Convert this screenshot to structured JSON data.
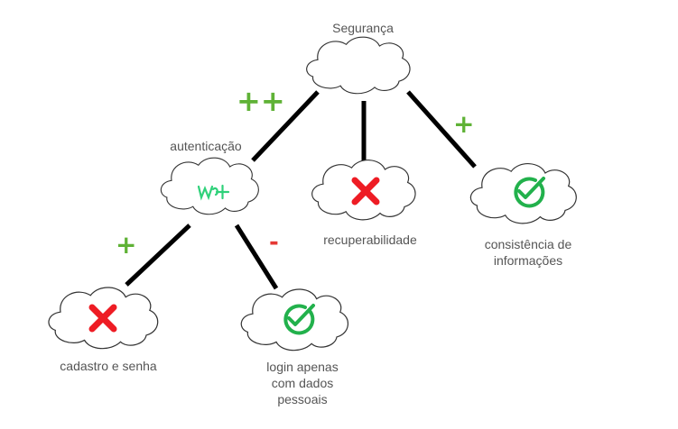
{
  "nodes": {
    "root": {
      "label": "Segurança"
    },
    "autenticacao": {
      "label": "autenticação",
      "status": "double-positive",
      "status_mark": "w+"
    },
    "recuperabilidade": {
      "label": "recuperabilidade",
      "status": "fail"
    },
    "consistencia": {
      "label_line1": "consistência de",
      "label_line2": "informações",
      "status": "ok"
    },
    "cadastro": {
      "label": "cadastro e senha",
      "status": "fail"
    },
    "login": {
      "label_line1": "login apenas",
      "label_line2": "com dados",
      "label_line3": "pessoais",
      "status": "ok"
    }
  },
  "edges": {
    "root_autenticacao": {
      "sign": "++"
    },
    "root_consistencia": {
      "sign": "+"
    },
    "autenticacao_cadastro": {
      "sign": "+"
    },
    "autenticacao_login": {
      "sign": "-"
    }
  },
  "colors": {
    "positive": "#5fb236",
    "negative": "#e53935",
    "check": "#22b14c",
    "cross": "#ee1c24",
    "scribble": "#2fd17a",
    "edge": "#000000",
    "cloud_stroke": "#333333",
    "label": "#555555"
  },
  "icons": {
    "node_shape": "cloud-icon",
    "ok": "check-circle-icon",
    "fail": "x-icon",
    "double_positive": "scribble-icon"
  }
}
